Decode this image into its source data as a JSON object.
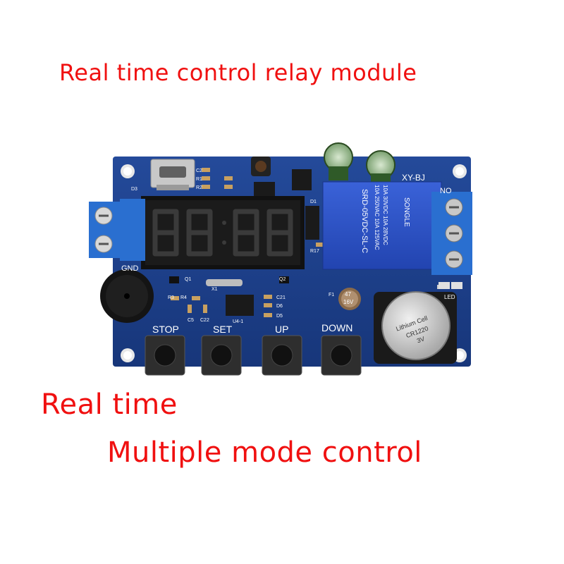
{
  "headline_top": "Real time control relay module",
  "headline_mid": "Real time",
  "headline_bottom": "Multiple mode control",
  "board": {
    "model": "XY-BJ",
    "relay_line1": "SRD-05VDC-SL-C",
    "relay_line2": "10A 250VAC  10A 125VAC",
    "relay_line3": "10A 30VDC  10A 28VDC",
    "relay_brand": "SONGLE",
    "terminal_no": "NO",
    "terminal_gnd": "GND",
    "led_label": "LED",
    "cap_label1": "47",
    "cap_label2": "16V",
    "battery_label1": "Lithium Cell",
    "battery_label2": "CR1220",
    "battery_label3": "3V",
    "buttons": [
      "STOP",
      "SET",
      "UP",
      "DOWN"
    ],
    "components": [
      "D3",
      "C2",
      "R1",
      "R2",
      "D1",
      "R17",
      "Q1",
      "Q2",
      "X1",
      "R3",
      "R4",
      "C5",
      "C22",
      "U4-1",
      "C21",
      "D6",
      "D5",
      "F1"
    ]
  },
  "colors": {
    "headline": "#f01010",
    "pcb": "#1c3f8c",
    "relay": "#2a4fc8",
    "terminal": "#2a6fd0",
    "display": "#111111"
  }
}
